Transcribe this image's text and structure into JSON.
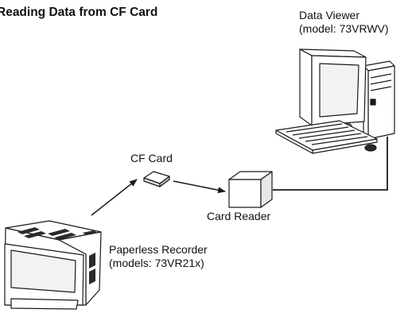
{
  "title": "Reading Data from CF Card",
  "data_viewer": {
    "line1": "Data Viewer",
    "line2": "(model: 73VRWV)"
  },
  "cf_card": {
    "label": "CF Card"
  },
  "card_reader": {
    "label": "Card Reader"
  },
  "recorder": {
    "line1": "Paperless Recorder",
    "line2": "(models: 73VR21x)"
  },
  "colors": {
    "stroke": "#1a1a1a",
    "screen": "#f2f2f2",
    "vent": "#2a2a2a"
  }
}
